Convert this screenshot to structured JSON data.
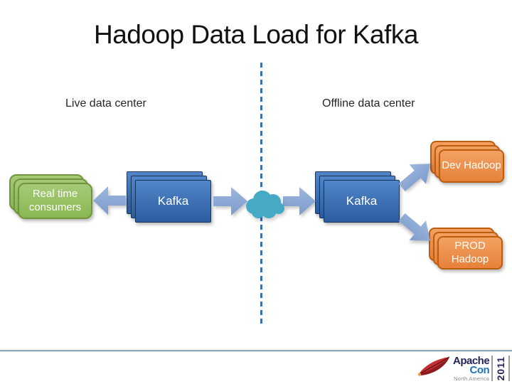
{
  "title": "Hadoop Data Load for Kafka",
  "sections": {
    "live": {
      "label": "Live data center"
    },
    "offline": {
      "label": "Offline data center"
    }
  },
  "nodes": {
    "consumers": {
      "label": "Real time consumers",
      "fill": "#94BE5C"
    },
    "kafka_live": {
      "label": "Kafka",
      "fill": "#3B6EB5"
    },
    "kafka_offline": {
      "label": "Kafka",
      "fill": "#3B6EB5"
    },
    "dev_hadoop": {
      "label": "Dev Hadoop",
      "fill": "#EF9150"
    },
    "prod_hadoop": {
      "label": "PROD Hadoop",
      "fill": "#EF9150"
    }
  },
  "icons": {
    "cloud-icon": "teal cloud blob between data centers",
    "arrow-left-icon": "block arrow pointing left",
    "arrow-right-icon": "block arrow pointing right",
    "arrow-up-right-icon": "block arrow pointing up-right",
    "arrow-down-right-icon": "block arrow pointing down-right",
    "apache-feather-icon": "red Apache feather logo"
  },
  "colors": {
    "consumers-border": "#71953D",
    "kafka-border": "#16365C",
    "hadoop-border": "#BC5D0E",
    "arrow": "#8AA7D4",
    "cloud": "#47AAC5",
    "divider": "#3A6FB0",
    "footer-line": "#93ABB9",
    "logo-navy": "#26255B",
    "logo-blue": "#1B75BB",
    "logo-gray": "#8C8C8C"
  },
  "footer": {
    "logo": {
      "apache": "Apache",
      "con": "Con",
      "region": "North America",
      "year": "2011"
    }
  }
}
